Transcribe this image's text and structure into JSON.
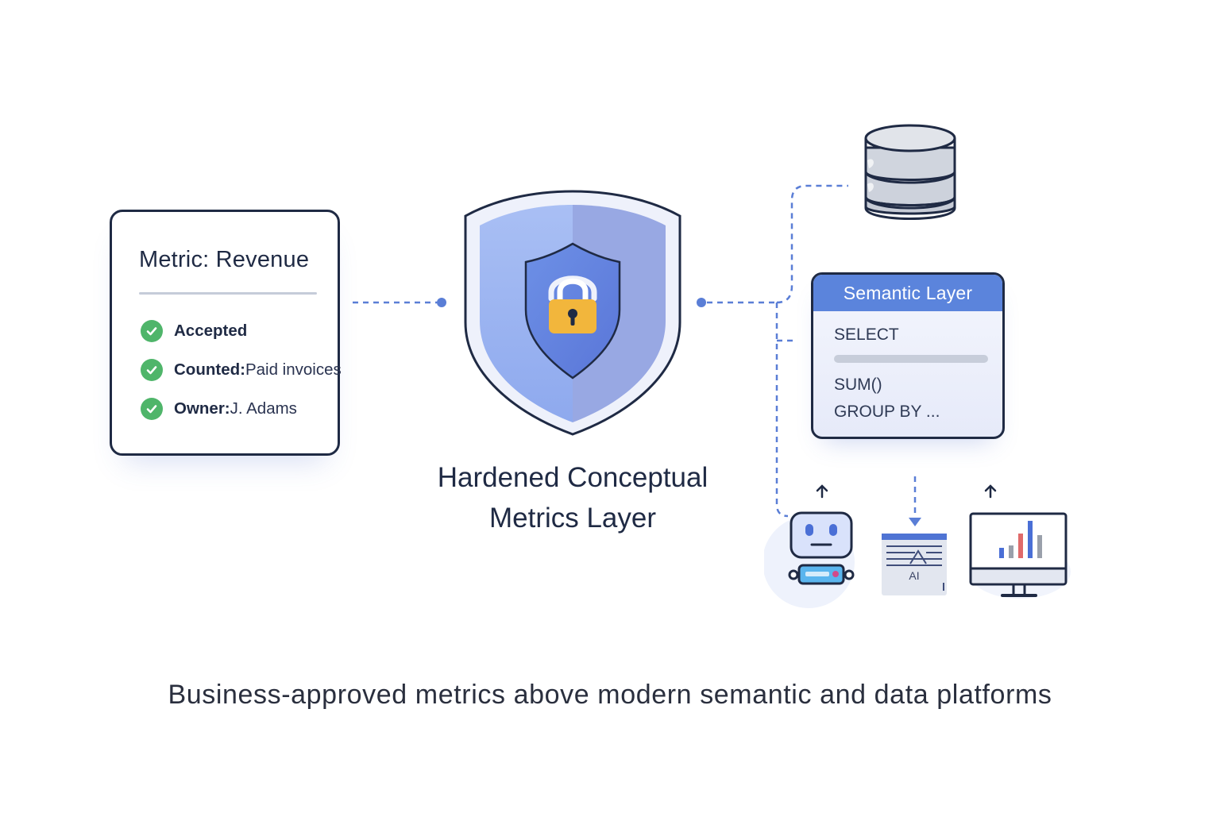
{
  "metric_card": {
    "title": "Metric: Revenue",
    "items": [
      {
        "key": "Accepted",
        "value": ""
      },
      {
        "key": "Counted:",
        "value": " Paid invoices"
      },
      {
        "key": "Owner:",
        "value": " J. Adams"
      }
    ]
  },
  "center": {
    "title_line1": "Hardened Conceptual",
    "title_line2": "Metrics Layer"
  },
  "semantic_layer": {
    "header": "Semantic Layer",
    "lines": [
      "SELECT",
      "SUM()",
      "GROUP BY  ..."
    ]
  },
  "consumers": {
    "ai_doc_label": "AI"
  },
  "caption": "Business-approved metrics above modern semantic and data platforms",
  "colors": {
    "ink": "#1f2a44",
    "accent_blue": "#5b84dc",
    "connector": "#5a7ed6",
    "check_green": "#4fb56a",
    "lock_gold": "#f2b63c",
    "bar_red": "#e06a6a",
    "bar_gray": "#9aa0ab"
  },
  "icons": [
    "check-icon",
    "shield-icon",
    "lock-icon",
    "database-icon",
    "robot-icon",
    "ai-document-icon",
    "monitor-chart-icon",
    "arrow-up-icon",
    "arrow-down-icon"
  ]
}
